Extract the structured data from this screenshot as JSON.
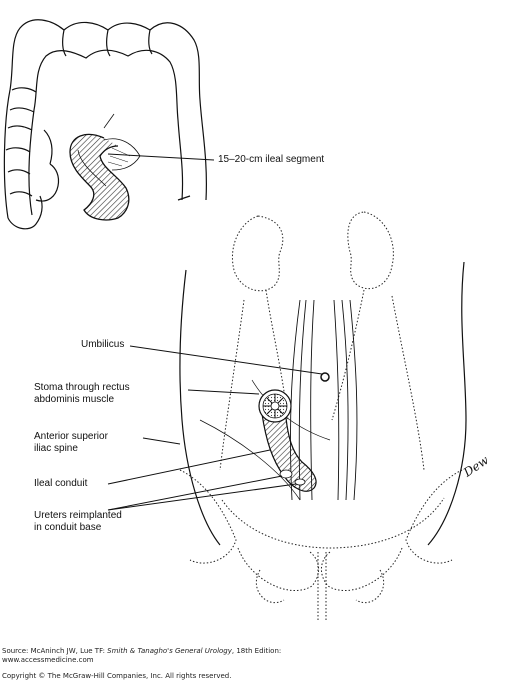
{
  "labels": {
    "ileal_segment": "15–20-cm ileal segment",
    "umbilicus": "Umbilicus",
    "stoma_line1": "Stoma through rectus",
    "stoma_line2": "abdominis muscle",
    "spine_line1": "Anterior superior",
    "spine_line2": "iliac spine",
    "ileal_conduit": "Ileal conduit",
    "ureters_line1": "Ureters reimplanted",
    "ureters_line2": "in conduit base"
  },
  "artist_signature": "Dew",
  "source": {
    "prefix": "Source: McAninch JW, Lue TF: ",
    "title": "Smith & Tanagho's General Urology",
    "suffix": ", 18th Edition:",
    "site": "www.accessmedicine.com"
  },
  "copyright": "Copyright © The McGraw-Hill Companies, Inc. All rights reserved.",
  "colors": {
    "ink": "#111111",
    "conduit_fill": "#555555",
    "background": "#ffffff"
  }
}
